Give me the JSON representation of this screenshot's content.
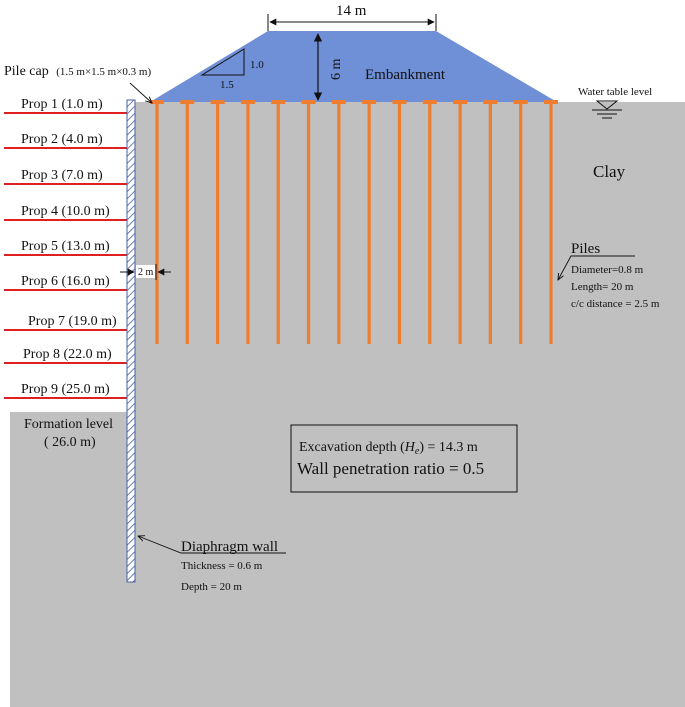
{
  "colors": {
    "soil": "#c0c0c0",
    "embankment": "#6f8fd6",
    "pile": "#ee7d2f",
    "prop": "#e02020",
    "wall_hatch": "#4a5fa8",
    "line": "#111111"
  },
  "embankment": {
    "label": "Embankment",
    "top_width": "14 m",
    "height": "6 m",
    "slope_v": "1.0",
    "slope_h": "1.5"
  },
  "pile_cap": {
    "label": "Pile cap",
    "dims": "(1.5 m×1.5 m×0.3 m)"
  },
  "water_table": {
    "label": "Water table level"
  },
  "soil": {
    "label": "Clay"
  },
  "props": [
    "Prop 1 (1.0 m)",
    "Prop 2 (4.0 m)",
    "Prop 3 (7.0 m)",
    "Prop 4 (10.0 m)",
    "Prop 5 (13.0 m)",
    "Prop 6 (16.0 m)",
    "Prop 7 (19.0 m)",
    "Prop 8 (22.0 m)",
    "Prop 9 (25.0 m)"
  ],
  "wall_offset": "2 m",
  "piles": {
    "title": "Piles",
    "diameter": "Diameter=0.8 m",
    "length": "Length= 20 m",
    "spacing": "c/c distance = 2.5 m",
    "count": 14
  },
  "formation": {
    "line1": "Formation level",
    "line2": "( 26.0 m)"
  },
  "info_box": {
    "line1_prefix": "Excavation depth (",
    "line1_symbol": "H",
    "line1_sub": "e",
    "line1_suffix": ") = 14.3 m",
    "line2": "Wall penetration ratio = 0.5"
  },
  "diaphragm_wall": {
    "title": "Diaphragm wall",
    "thickness": "Thickness = 0.6 m",
    "depth": "Depth = 20 m"
  }
}
